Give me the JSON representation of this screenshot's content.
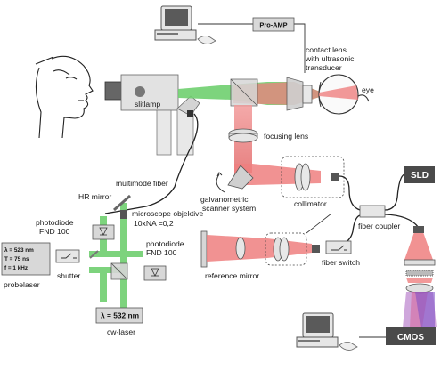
{
  "labels": {
    "pro_amp": "Pro-AMP",
    "contact_lens": [
      "contact lens",
      "with ultrasonic",
      "transducer"
    ],
    "eye": "eye",
    "slitlamp": "slitlamp",
    "focusing_lens": "focusing lens",
    "multimode_fiber": "multimode fiber",
    "galvanometric": [
      "galvanometric",
      "scanner system"
    ],
    "collimator": "collimator",
    "sld": "SLD",
    "hr_mirror": "HR mirror",
    "microscope": [
      "microscope objektive",
      "10xNA =0,2"
    ],
    "fiber_coupler": "fiber coupler",
    "photodiode_top": [
      "photodiode",
      "FND 100"
    ],
    "probelaser_params": [
      "λ = 523 nm",
      "T = 75 ns",
      "f = 1 kHz"
    ],
    "shutter": "shutter",
    "probelaser": "probelaser",
    "photodiode_bottom": [
      "photodiode",
      "FND 100"
    ],
    "reference_mirror": "reference mirror",
    "fiber_switch": "fiber switch",
    "cw_laser_param": "λ = 532 nm",
    "cw_laser": "cw-laser",
    "cmos": "CMOS"
  },
  "colors": {
    "green_beam": "#6fcf6f",
    "red_beam": "#ef7f7f",
    "purple_beam": "#a85fc0",
    "dark_box": "#4a4a4a",
    "light_box": "#d8d8d8"
  }
}
